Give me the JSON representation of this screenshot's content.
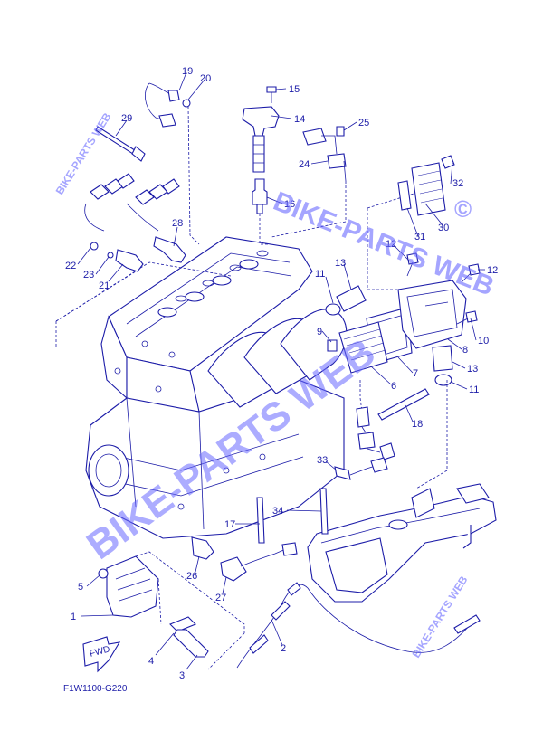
{
  "diagram_code": "F1W1100-G220",
  "fwd_label": "FWD",
  "watermarks": {
    "main": "BIKE-PARTS WEB",
    "small": "BIKE-PARTS WEB",
    "copyright": "©"
  },
  "callouts": [
    "1",
    "2",
    "3",
    "4",
    "5",
    "6",
    "7",
    "8",
    "9",
    "10",
    "11",
    "11",
    "12",
    "12",
    "13",
    "13",
    "14",
    "15",
    "16",
    "17",
    "18",
    "19",
    "20",
    "21",
    "22",
    "23",
    "24",
    "25",
    "26",
    "27",
    "28",
    "29",
    "30",
    "31",
    "32",
    "33",
    "34"
  ]
}
